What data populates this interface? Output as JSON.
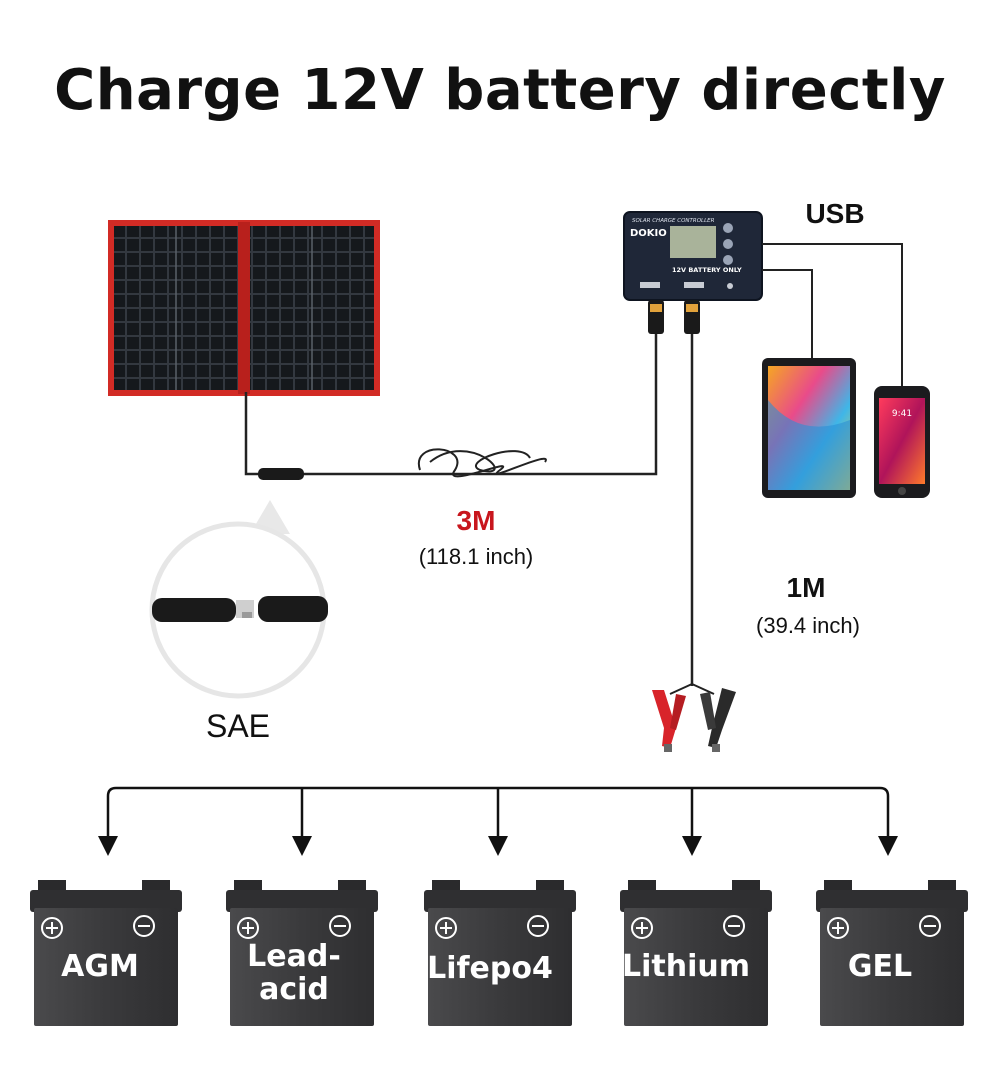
{
  "title": "Charge 12V battery directly",
  "controller": {
    "header": "SOLAR CHARGE CONTROLLER",
    "brand": "DOKIO",
    "battery_note": "12V BATTERY ONLY"
  },
  "usb_label": "USB",
  "cable_panel": {
    "length": "3M",
    "inch": "(118.1 inch)"
  },
  "cable_battery": {
    "length": "1M",
    "inch": "(39.4 inch)"
  },
  "phone_time": "9:41",
  "sae_label": "SAE",
  "batteries": [
    {
      "label": "AGM"
    },
    {
      "label": "Lead-\nacid"
    },
    {
      "label": "Lifepo4"
    },
    {
      "label": "Lithium"
    },
    {
      "label": "GEL"
    }
  ],
  "colors": {
    "panel_frame": "#d22b25",
    "clip_red": "#d8242a",
    "label_red": "#c8161d",
    "battery_body": "#3d3d3f"
  }
}
